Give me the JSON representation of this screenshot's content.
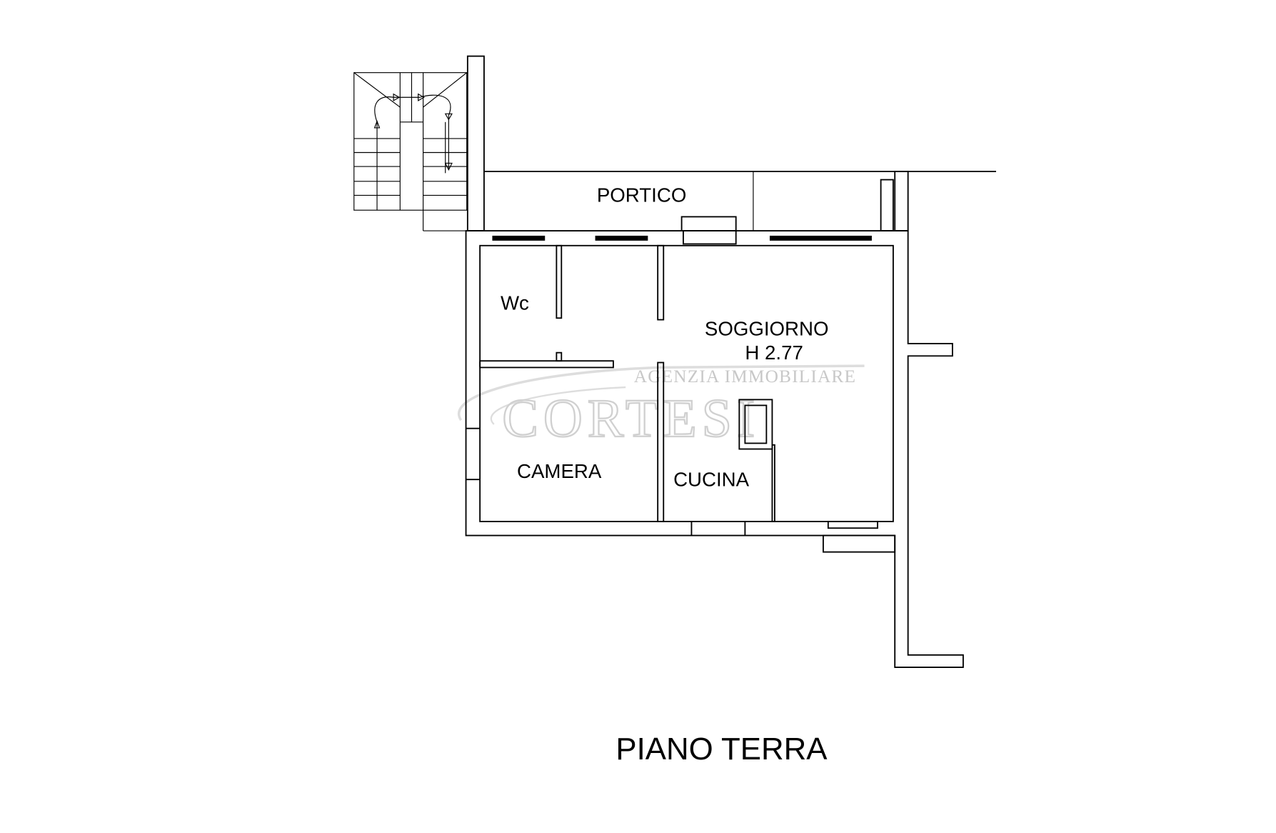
{
  "plan": {
    "title": "PIANO TERRA",
    "rooms": {
      "portico": "PORTICO",
      "wc": "Wc",
      "soggiorno": "SOGGIORNO",
      "soggiorno_height": "H 2.77",
      "camera": "CAMERA",
      "cucina": "CUCINA"
    },
    "watermark": {
      "line1": "AGENZIA IMMOBILIARE",
      "line2": "CORTESI"
    }
  }
}
